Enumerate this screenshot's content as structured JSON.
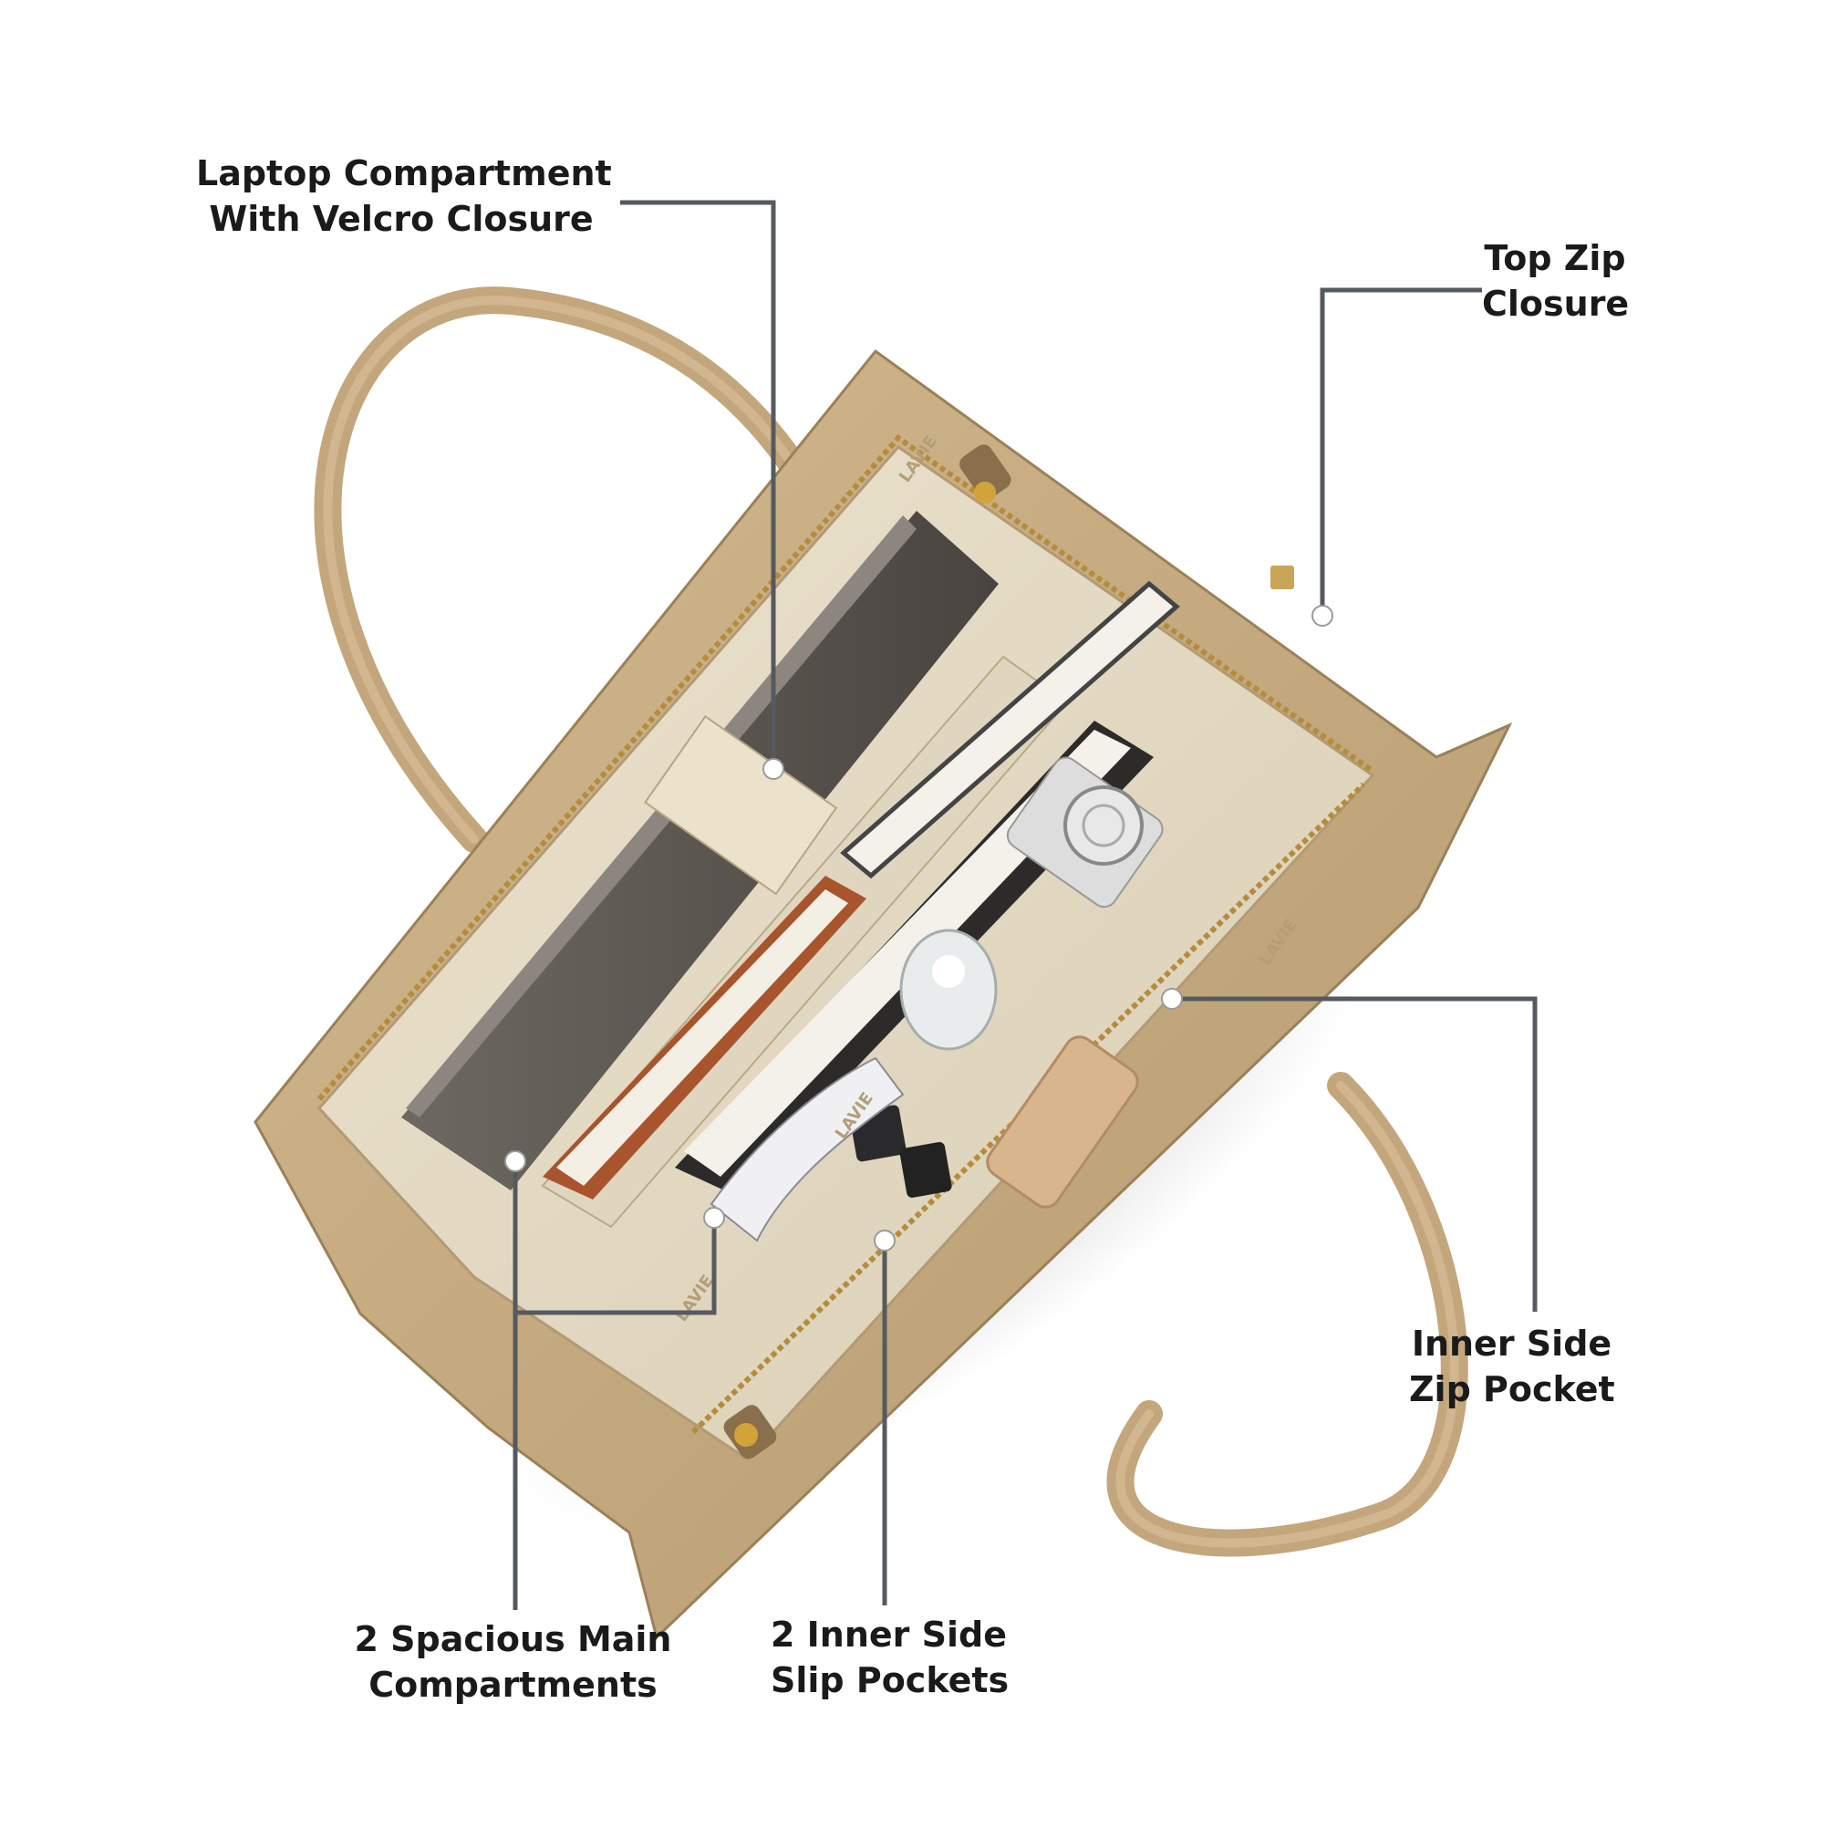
{
  "callouts": {
    "laptop_compartment": {
      "line1": "Laptop Compartment",
      "line2": "With Velcro Closure"
    },
    "top_zip": {
      "line1": "Top Zip",
      "line2": "Closure"
    },
    "main_compartments": {
      "line1": "2 Spacious Main",
      "line2": "Compartments"
    },
    "slip_pockets": {
      "line1": "2 Inner Side",
      "line2": "Slip Pockets"
    },
    "inner_zip_pocket": {
      "line1": "Inner Side",
      "line2": "Zip Pocket"
    }
  },
  "bag": {
    "lining_text": "LAVIE",
    "colors": {
      "leather": "#c8ad85",
      "leather_dark": "#a88e66",
      "lining": "#e6dcc6",
      "leader_line": "#555a60"
    }
  }
}
